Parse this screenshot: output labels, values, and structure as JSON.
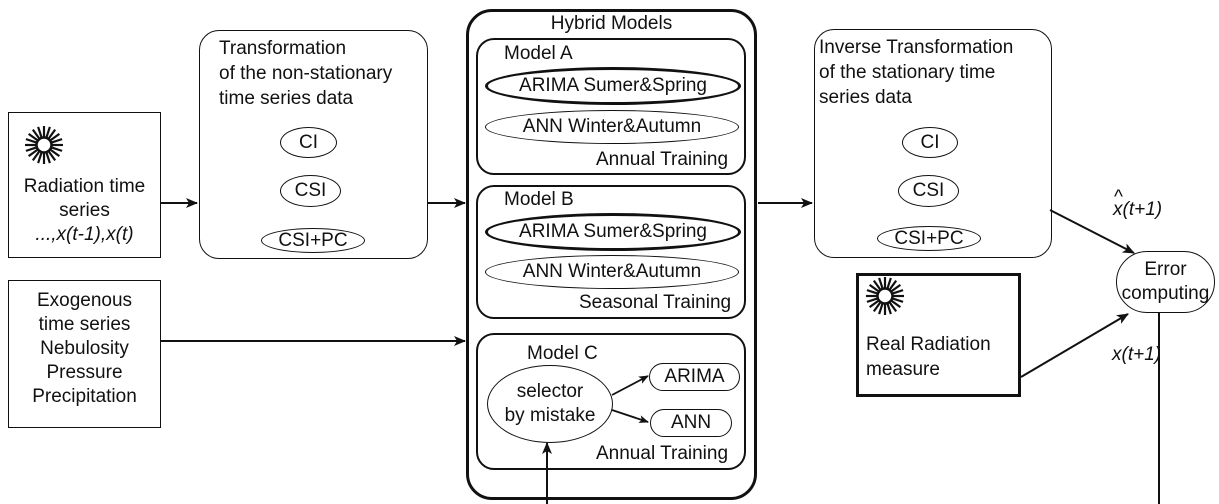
{
  "input": {
    "radiation_lines": [
      "Radiation time",
      "series",
      "...,x(t-1),x(t)"
    ],
    "exogenous_lines": [
      "Exogenous",
      "time series",
      "Nebulosity",
      "Pressure",
      "Precipitation"
    ]
  },
  "transformation": {
    "title_lines": [
      "Transformation",
      "of the non-stationary",
      "time series data"
    ],
    "options": [
      "CI",
      "CSI",
      "CSI+PC"
    ]
  },
  "hybrid": {
    "title": "Hybrid Models",
    "model_a": {
      "title": "Model A",
      "arima": "ARIMA Sumer&Spring",
      "ann": "ANN Winter&Autumn",
      "training": "Annual Training"
    },
    "model_b": {
      "title": "Model B",
      "arima": "ARIMA Sumer&Spring",
      "ann": "ANN Winter&Autumn",
      "training": "Seasonal Training"
    },
    "model_c": {
      "title": "Model C",
      "selector_lines": [
        "selector",
        "by mistake"
      ],
      "arima": "ARIMA",
      "ann": "ANN",
      "training": "Annual Training"
    }
  },
  "inverse": {
    "title_lines": [
      "Inverse Transformation",
      "of the stationary time",
      "series data"
    ],
    "options": [
      "CI",
      "CSI",
      "CSI+PC"
    ]
  },
  "error": {
    "label_lines": [
      "Error",
      "computing"
    ],
    "pred_label": "x(t+1)",
    "real_label": "x(t+1)"
  },
  "real": {
    "label_lines": [
      "Real Radiation",
      "measure"
    ]
  },
  "colors": {
    "stroke": "#111111",
    "background": "#ffffff"
  },
  "icons": [
    "sun-icon"
  ]
}
